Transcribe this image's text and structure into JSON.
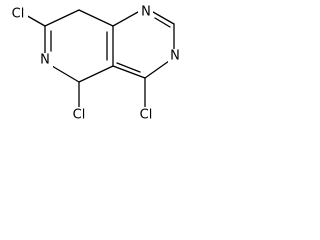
{
  "molecule": {
    "atoms": {
      "chlorine_top_left": "Cl",
      "nitrogen_top_right": "N",
      "nitrogen_left": "N",
      "nitrogen_right": "N",
      "chlorine_bottom_left": "Cl",
      "chlorine_bottom_right": "Cl"
    },
    "colors": {
      "bond": "#000000",
      "label": "#000000",
      "background": "#ffffff"
    }
  }
}
